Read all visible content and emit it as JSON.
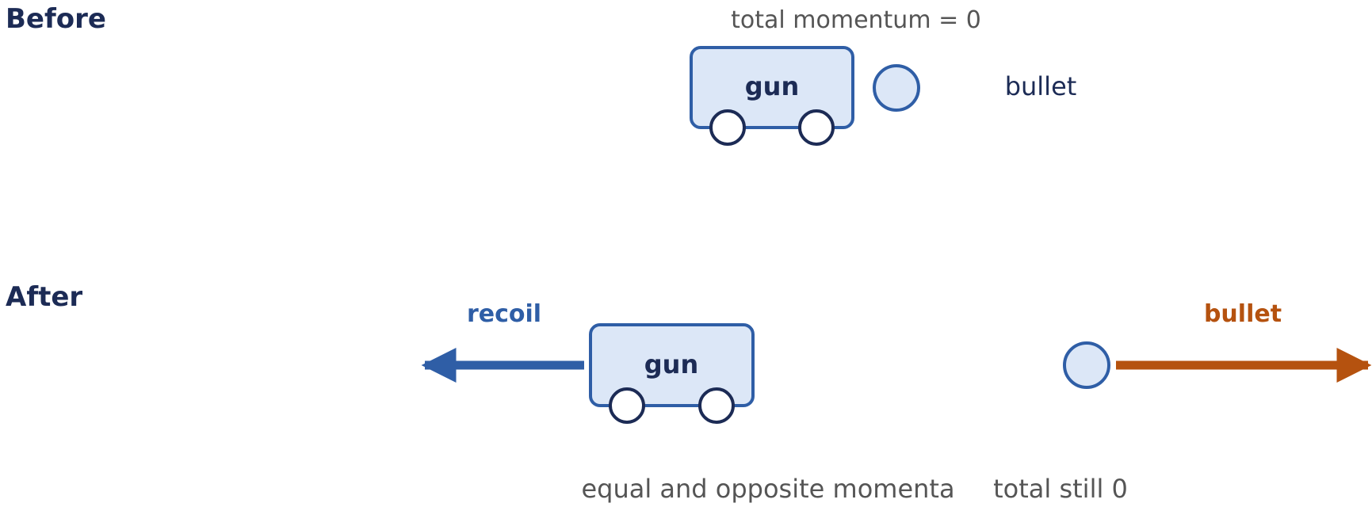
{
  "before": {
    "heading": "Before",
    "total_label": "total momentum = 0",
    "gun_label": "gun",
    "bullet_label": "bullet"
  },
  "after": {
    "heading": "After",
    "recoil_label": "recoil",
    "gun_label": "gun",
    "bullet_label": "bullet",
    "caption_left": "equal and opposite momenta",
    "caption_right": "total still 0"
  },
  "colors": {
    "navy": "#1c2b55",
    "blue": "#2f5ea6",
    "fill": "#dce7f7",
    "orange": "#b5520f",
    "gray": "#555555"
  }
}
